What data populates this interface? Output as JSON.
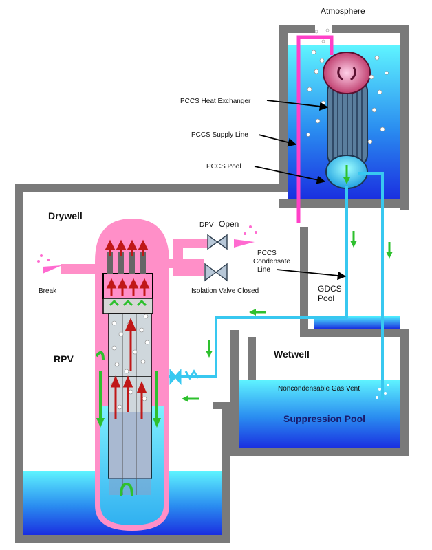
{
  "labels": {
    "atmosphere": "Atmosphere",
    "pccs_heat_exchanger": "PCCS Heat Exchanger",
    "pccs_supply_line": "PCCS Supply Line",
    "pccs_pool": "PCCS Pool",
    "drywell": "Drywell",
    "dpv": "DPV",
    "open": "Open",
    "pccs": "PCCS",
    "condensate": "Condensate",
    "line": "Line",
    "break": "Break",
    "isolation_valve_closed": "Isolation Valve Closed",
    "gdcs": "GDCS",
    "pool": "Pool",
    "rpv": "RPV",
    "wetwell": "Wetwell",
    "noncondensable_gas_vent": "Noncondensable Gas Vent",
    "suppression_pool": "Suppression Pool"
  },
  "colors": {
    "wall": "#7a7a7a",
    "water_light": "#4ef0ff",
    "water_deep": "#1a2fe0",
    "steam_pink": "#ff8fc8",
    "supply_magenta": "#ff40c8",
    "condensate_cyan": "#38c8f0",
    "flow_green": "#2ec02e",
    "flow_red": "#c01818"
  }
}
